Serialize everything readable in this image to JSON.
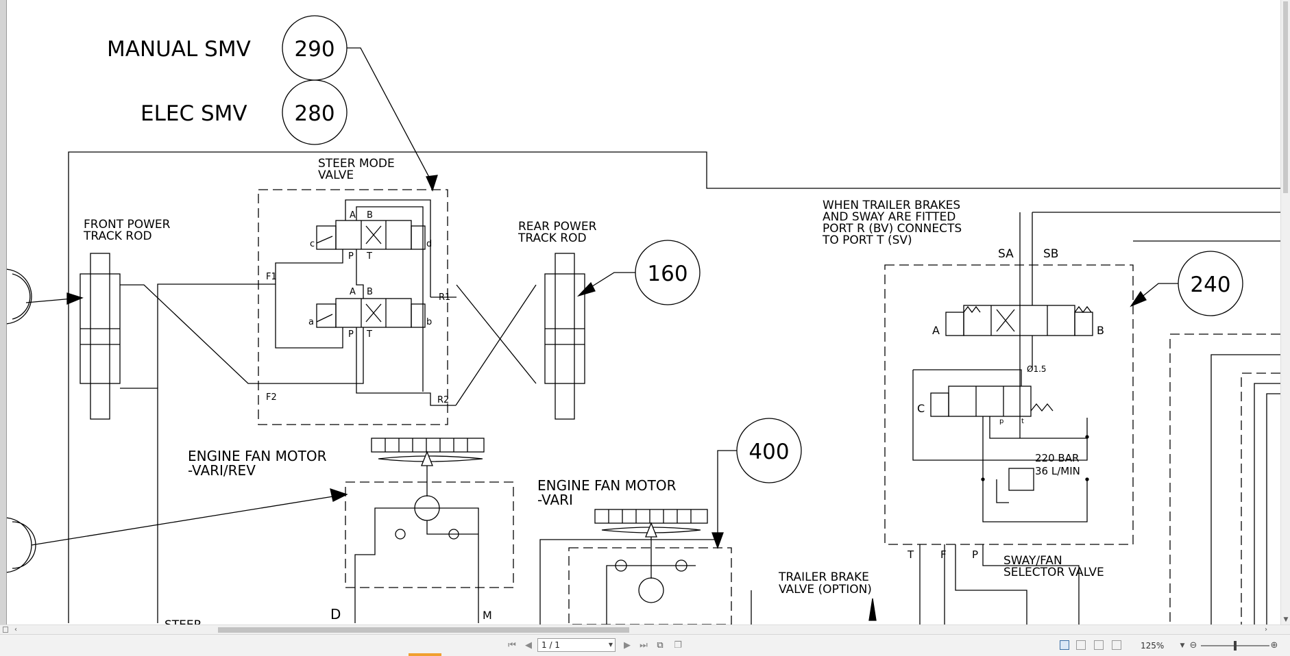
{
  "labels": {
    "manual_smv": "MANUAL  SMV",
    "elec_smv": "ELEC  SMV",
    "steer_mode_1": "STEER  MODE",
    "steer_mode_2": "VALVE",
    "front_power_1": "FRONT  POWER",
    "front_power_2": "TRACK  ROD",
    "rear_power_1": "REAR  POWER",
    "rear_power_2": "TRACK  ROD",
    "note_1": "WHEN  TRAILER  BRAKES",
    "note_2": "AND  SWAY  ARE  FITTED",
    "note_3": "PORT  R  (BV)  CONNECTS",
    "note_4": "TO  PORT  T  (SV)",
    "engine_fan_vr_1": "ENGINE  FAN  MOTOR",
    "engine_fan_vr_2": "-VARI/REV",
    "engine_fan_v_1": "ENGINE  FAN  MOTOR",
    "engine_fan_v_2": "-VARI",
    "trailer_brake_1": "TRAILER  BRAKE",
    "trailer_brake_2": "VALVE  (OPTION)",
    "sway_fan_1": "SWAY/FAN",
    "sway_fan_2": "SELECTOR  VALVE",
    "steer_bottom": "STEER",
    "pressure": "220  BAR",
    "flow": "36  L/MIN",
    "orifice": "Ø1.5",
    "port_d": "D",
    "port_m": "M"
  },
  "callouts": {
    "c290": "290",
    "c280": "280",
    "c160": "160",
    "c240": "240",
    "c400": "400"
  },
  "ports": {
    "A": "A",
    "B": "B",
    "C": "C",
    "P": "P",
    "T": "T",
    "F": "F",
    "c": "c",
    "d": "d",
    "a": "a",
    "b": "b",
    "F1": "F1",
    "F2": "F2",
    "R1": "R1",
    "R2": "R2",
    "SA": "SA",
    "SB": "SB",
    "p": "p",
    "t": "t"
  },
  "toolbar": {
    "page_value": "1 / 1",
    "zoom": "125%"
  },
  "icons": {
    "first": "first-page-icon",
    "prev": "previous-page-icon",
    "next": "next-page-icon",
    "last": "last-page-icon"
  }
}
